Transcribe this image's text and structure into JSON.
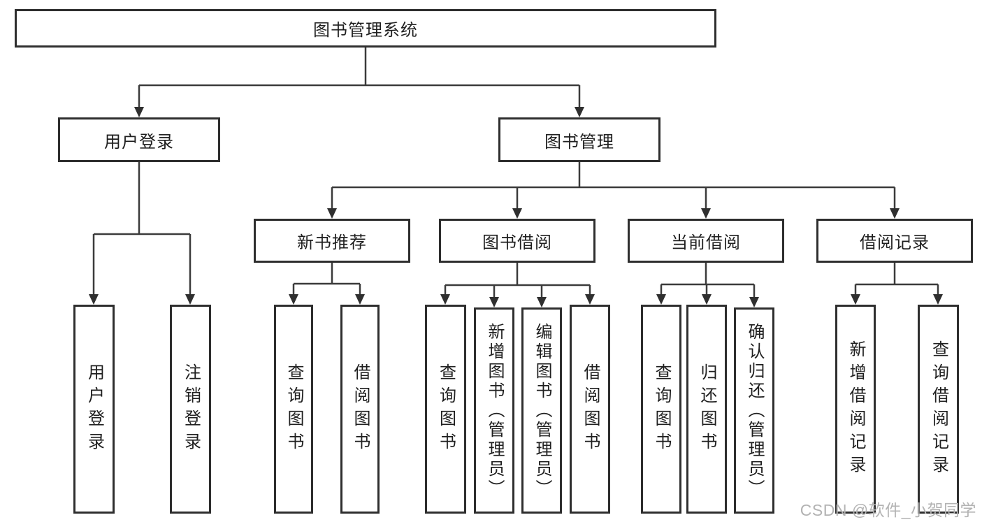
{
  "diagram": {
    "root_label": "图书管理系统",
    "level2": {
      "user_login": "用户登录",
      "book_mgmt": "图书管理"
    },
    "level3": {
      "new_book_rec": "新书推荐",
      "book_borrow": "图书借阅",
      "current_borrow": "当前借阅",
      "borrow_record": "借阅记录"
    },
    "leaves": {
      "user_login": [
        "用户登录",
        "注销登录"
      ],
      "new_book_rec": [
        "查询图书",
        "借阅图书"
      ],
      "book_borrow": [
        "查询图书",
        "新增图书（管理员）",
        "编辑图书（管理员）",
        "借阅图书"
      ],
      "current_borrow": [
        "查询图书",
        "归还图书",
        "确认归还（管理员）"
      ],
      "borrow_record": [
        "新增借阅记录",
        "查询借阅记录"
      ]
    },
    "colors": {
      "line": "#3b3b3b",
      "box_border": "#2e2e2e",
      "text": "#1f1f1f",
      "watermark": "#b3b3b3",
      "background": "#ffffff"
    }
  },
  "watermark": "CSDN @软件_小贺同学"
}
